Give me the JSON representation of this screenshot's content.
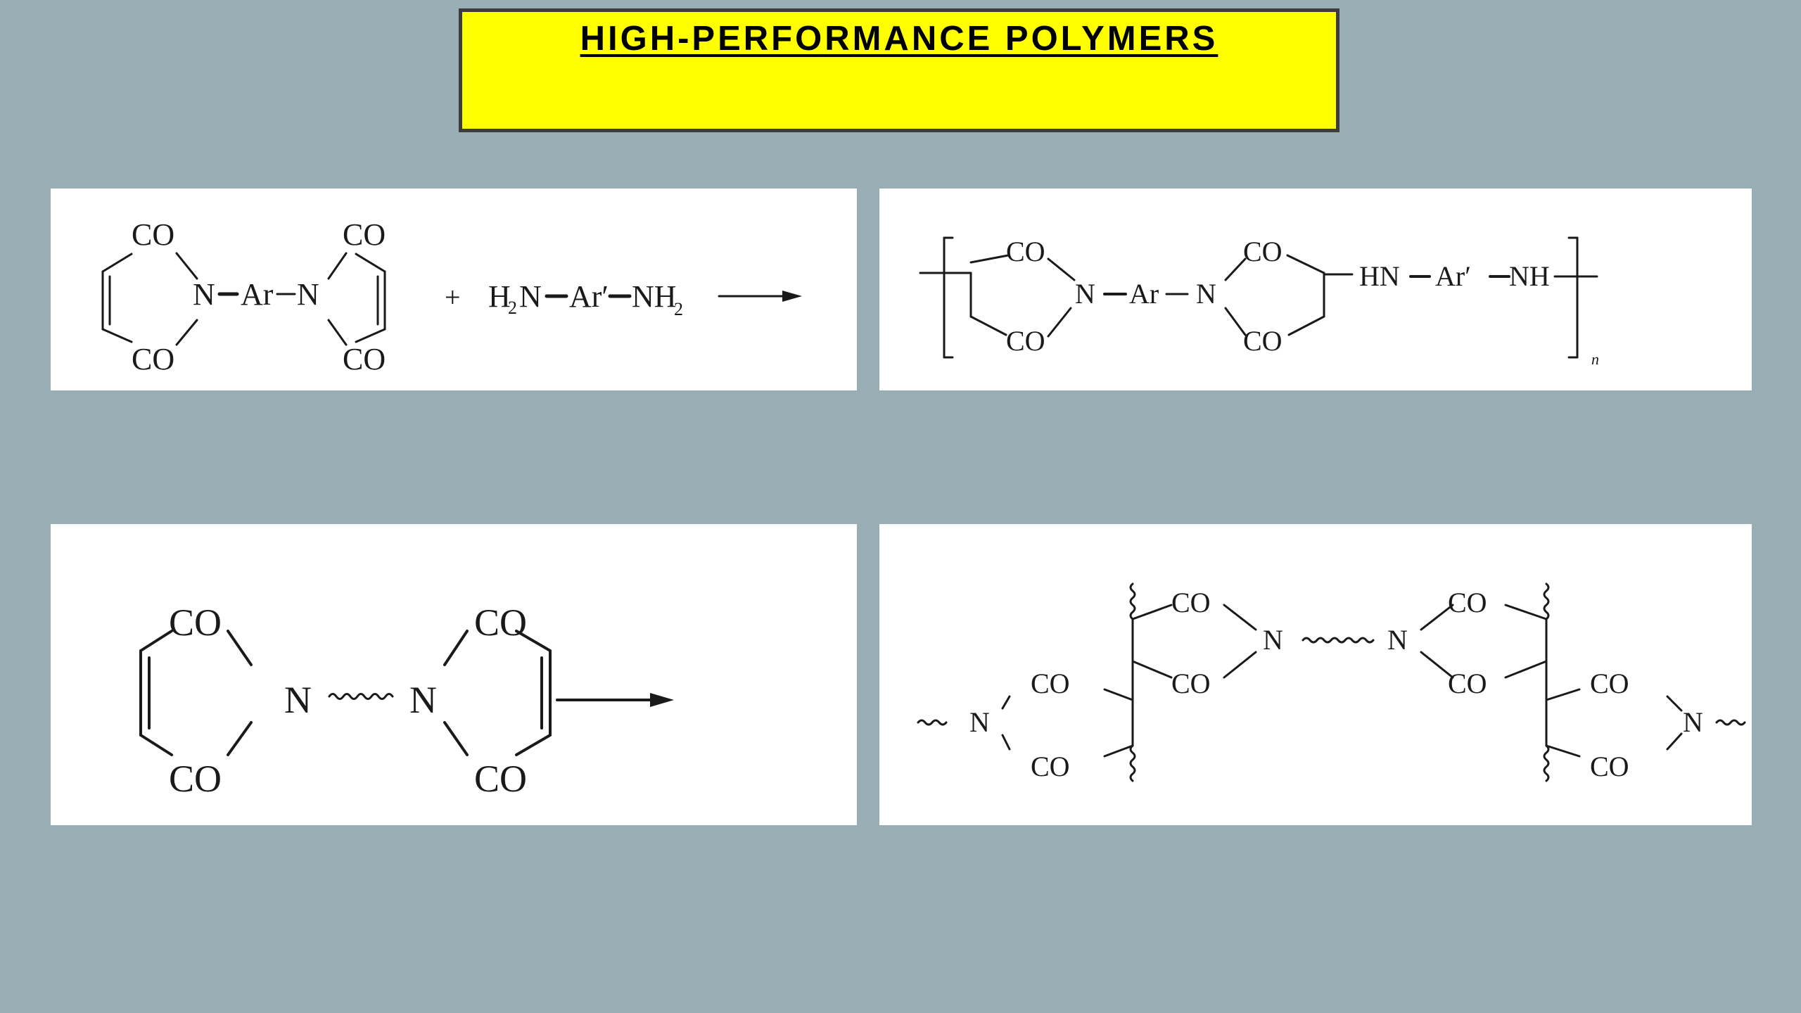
{
  "header": {
    "title": "HIGH-PERFORMANCE POLYMERS",
    "bg_color": "#ffff00",
    "border_color": "#3c3c3c"
  },
  "page": {
    "background_color": "#99aeb4"
  },
  "panels": {
    "p1": {
      "co": "CO",
      "n": "N",
      "ar": "Ar",
      "plus": "+",
      "h2n": "H",
      "n_amine": "N",
      "ar_prime": "Ar′",
      "nh2": "NH",
      "sub2": "2"
    },
    "p2": {
      "co": "CO",
      "n": "N",
      "ar": "Ar",
      "hn": "HN",
      "ar_prime": "Ar′",
      "nh": "NH",
      "n_sub": "n"
    },
    "p3": {
      "co": "CO",
      "n": "N"
    },
    "p4": {
      "co": "CO",
      "n": "N"
    }
  }
}
